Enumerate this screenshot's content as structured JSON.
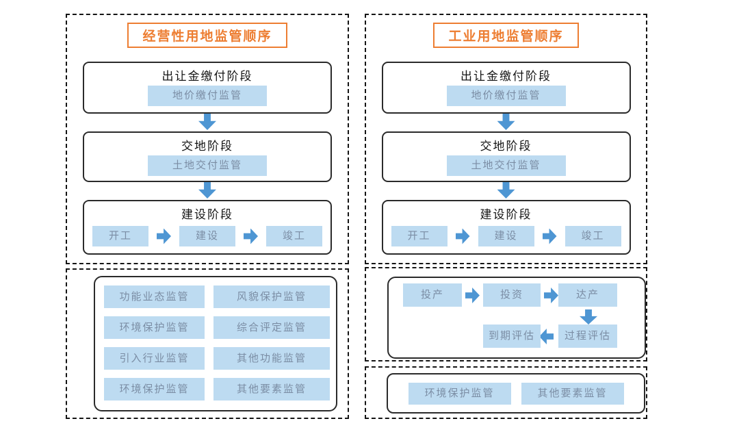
{
  "left_section": {
    "title": "经营性用地监管顺序",
    "stages": [
      {
        "title": "出让金缴付阶段",
        "item": "地价缴付监管"
      },
      {
        "title": "交地阶段",
        "item": "土地交付监管"
      },
      {
        "title": "建设阶段",
        "steps": [
          "开工",
          "建设",
          "竣工"
        ]
      }
    ],
    "supervision_grid": [
      "功能业态监管",
      "风貌保护监管",
      "环境保护监管",
      "综合评定监管",
      "引入行业监管",
      "其他功能监管",
      "环境保护监管",
      "其他要素监管"
    ]
  },
  "right_section": {
    "title": "工业用地监管顺序",
    "stages": [
      {
        "title": "出让金缴付阶段",
        "item": "地价缴付监管"
      },
      {
        "title": "交地阶段",
        "item": "土地交付监管"
      },
      {
        "title": "建设阶段",
        "steps": [
          "开工",
          "建设",
          "竣工"
        ]
      }
    ],
    "production_flow": {
      "steps": [
        "投产",
        "投资",
        "达产"
      ],
      "process_eval": "过程评估",
      "expiry_eval": "到期评估"
    },
    "bottom_items": [
      "环境保护监管",
      "其他要素监管"
    ]
  },
  "colors": {
    "accent_orange": "#ED7D31",
    "arrow_blue": "#4E96D3",
    "box_blue": "#BDDBF1",
    "box_text": "#7b8da4",
    "border_dark": "#2a2a2a"
  }
}
